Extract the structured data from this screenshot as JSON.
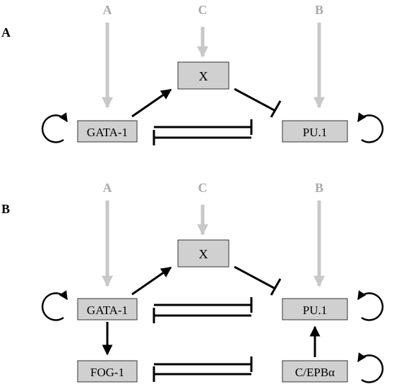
{
  "colors": {
    "node_fill": "#d0d0d0",
    "node_stroke": "#333333",
    "input_arrow": "#c8c8c8",
    "input_label": "#a9a9a9",
    "edge": "#000000"
  },
  "panels": [
    {
      "label": "A",
      "inputs": {
        "left": "A",
        "middle": "C",
        "right": "B"
      },
      "nodes": {
        "x": "X",
        "gata1": "GATA-1",
        "pu1": "PU.1"
      }
    },
    {
      "label": "B",
      "inputs": {
        "left": "A",
        "middle": "C",
        "right": "B"
      },
      "nodes": {
        "x": "X",
        "gata1": "GATA-1",
        "pu1": "PU.1",
        "fog1": "FOG-1",
        "cebpa": "C/EPBα"
      }
    }
  ]
}
